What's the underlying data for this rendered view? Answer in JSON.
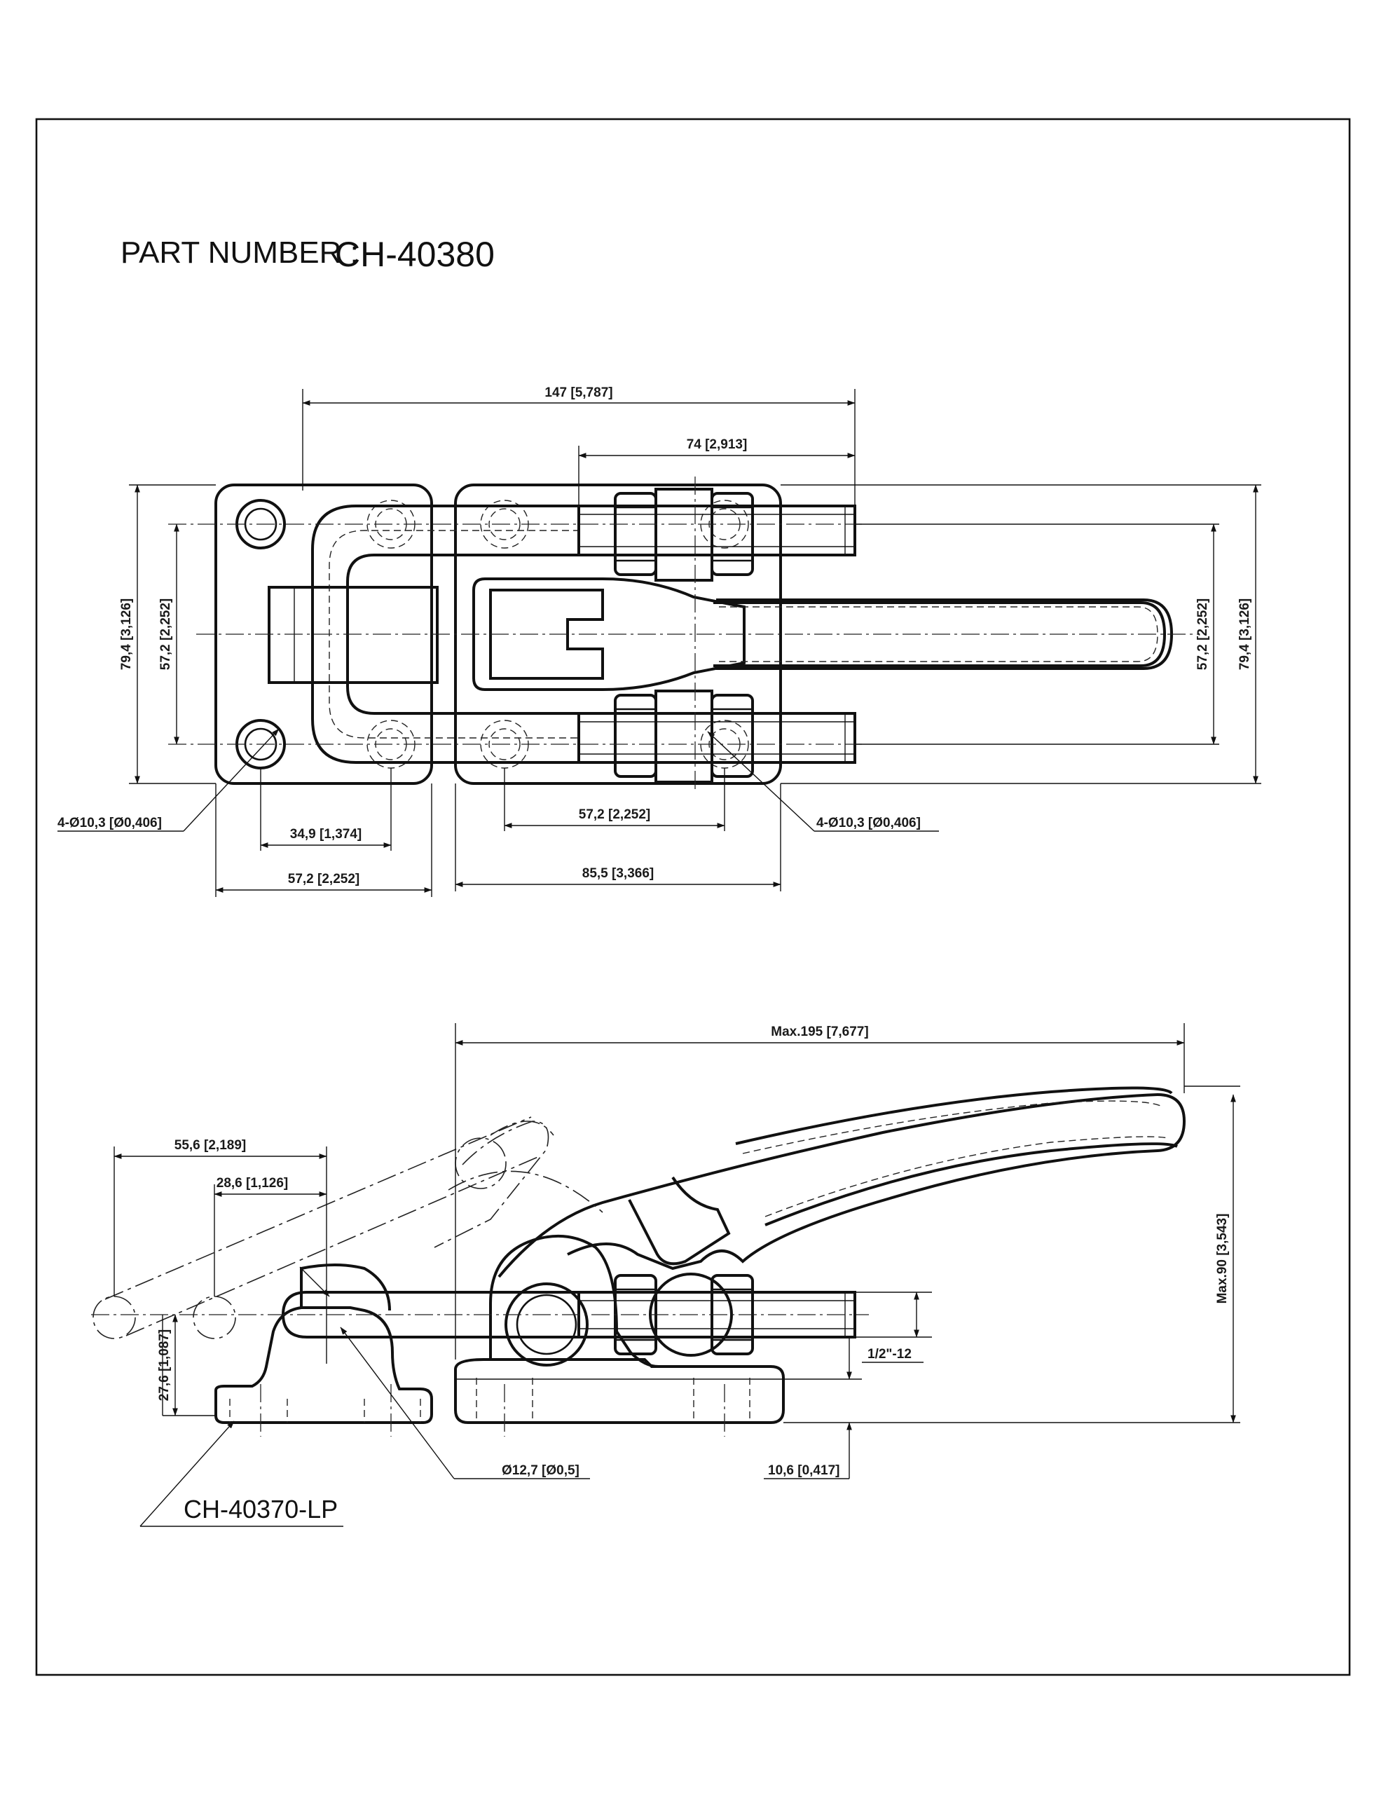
{
  "title": {
    "label": "PART NUMBER :",
    "part_number": "CH-40380"
  },
  "top_view": {
    "dim_overall_length": "147 [5,787]",
    "dim_handle_offset": "74 [2,913]",
    "dim_height_left": "79,4 [3,126]",
    "dim_hole_span_left": "57,2 [2,252]",
    "dim_hole_span_right": "57,2 [2,252]",
    "dim_height_right": "79,4 [3,126]",
    "dim_holes_left": "4-Ø10,3 [Ø0,406]",
    "dim_holes_right": "4-Ø10,3 [Ø0,406]",
    "dim_left_hole_pitch": "34,9 [1,374]",
    "dim_left_base_width": "57,2 [2,252]",
    "dim_right_hole_pitch": "57,2 [2,252]",
    "dim_right_base_width": "85,5 [3,366]"
  },
  "side_view": {
    "dim_max_length": "Max.195 [7,677]",
    "dim_max_height": "Max.90 [3,543]",
    "dim_travel_outer": "55,6 [2,189]",
    "dim_travel_inner": "28,6 [1,126]",
    "dim_latch_height": "27,6 [1,087]",
    "dim_thread": "1/2\"-12",
    "dim_base_thickness": "10,6 [0,417]",
    "dim_bar_diameter": "Ø12,7 [Ø0,5]",
    "latch_plate_ref": "CH-40370-LP"
  }
}
